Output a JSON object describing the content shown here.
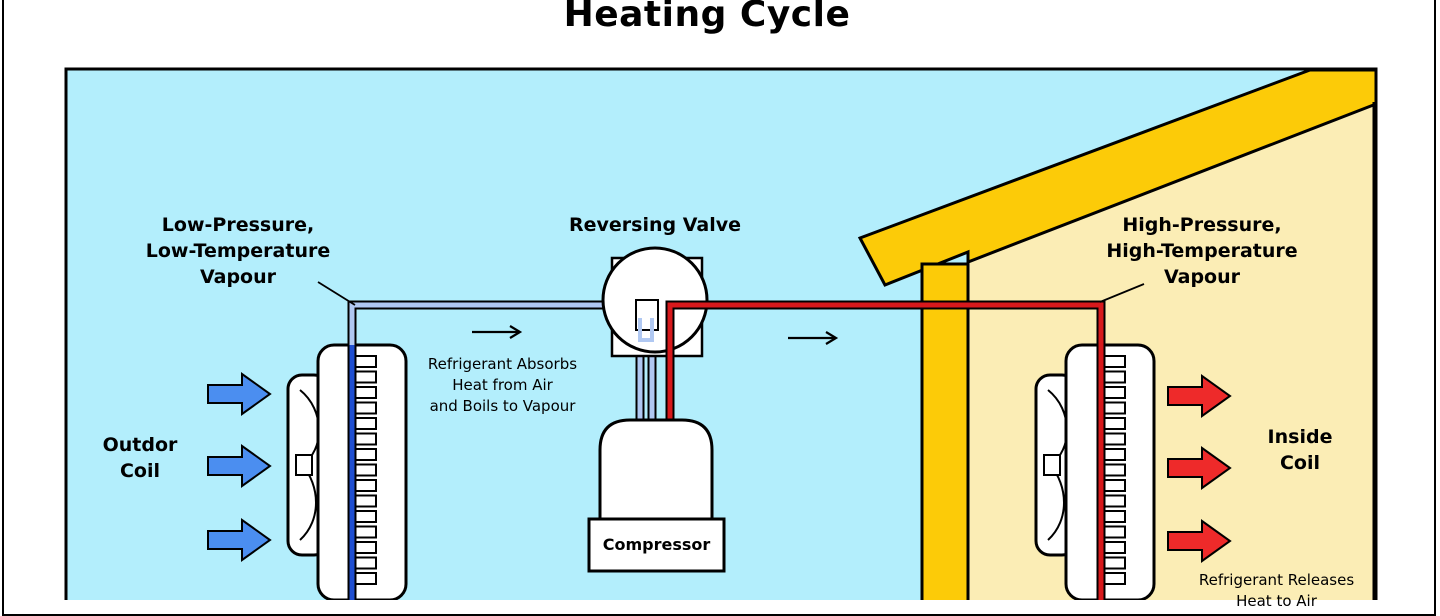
{
  "title": "Heating Cycle",
  "labels": {
    "low_pressure": [
      "Low-Pressure,",
      "Low-Temperature",
      "Vapour"
    ],
    "reversing_valve": "Reversing Valve",
    "high_pressure": [
      "High-Pressure,",
      "High-Temperature",
      "Vapour"
    ],
    "outdoor_coil": [
      "Outdor",
      "Coil"
    ],
    "inside_coil": [
      "Inside",
      "Coil"
    ],
    "compressor": "Compressor",
    "absorbs": [
      "Refrigerant Absorbs",
      "Heat from Air",
      "and Boils to Vapour"
    ],
    "releases": [
      "Refrigerant Releases",
      "Heat to Air"
    ]
  },
  "colors": {
    "outdoor_bg": "#b3eefc",
    "indoor_bg": "#fbedb5",
    "roof": "#fccb08",
    "cold_pipe": "#1f4fd1",
    "hot_pipe": "#d7191c",
    "cold_arrow": "#4b8ef0",
    "hot_arrow": "#ee2a2a"
  }
}
